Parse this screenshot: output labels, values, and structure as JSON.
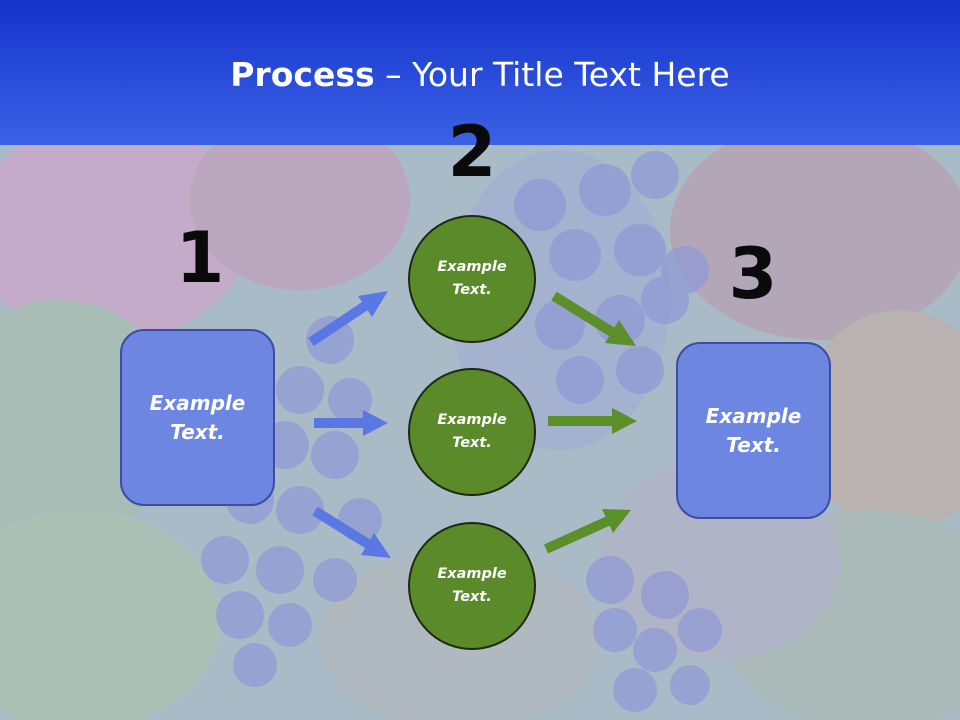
{
  "title": {
    "bold": "Process",
    "rest": " – Your Title Text Here"
  },
  "steps": {
    "one": {
      "number": "1",
      "text": "Example Text."
    },
    "two": {
      "number": "2",
      "circles": [
        {
          "text": "Example Text."
        },
        {
          "text": "Example Text."
        },
        {
          "text": "Example Text."
        }
      ]
    },
    "three": {
      "number": "3",
      "text": "Example Text."
    }
  },
  "colors": {
    "header": "#2a4ddb",
    "box_fill": "#6c86e2",
    "circle_fill": "#5b8a2a",
    "blue_arrow": "#5a78e4",
    "green_arrow": "#5a8f2a"
  }
}
